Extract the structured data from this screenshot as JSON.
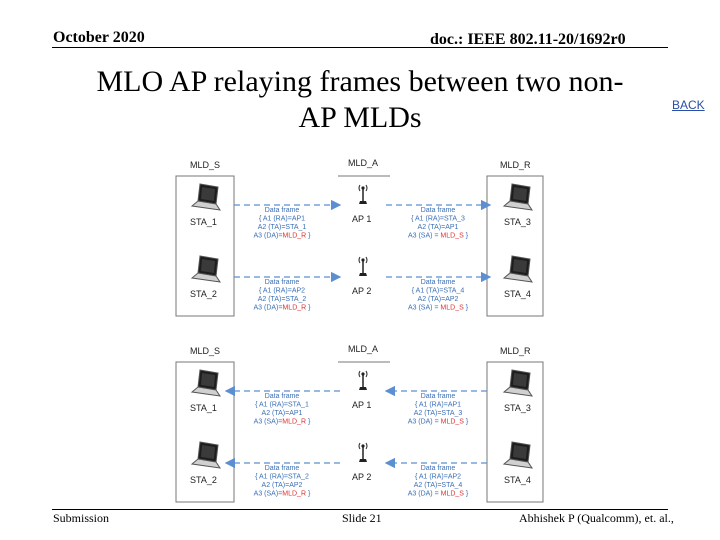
{
  "header": {
    "date": "October 2020",
    "doc": "doc.: IEEE 802.11-20/1692r0"
  },
  "slide": {
    "title_line1": "MLO AP relaying frames between two non-",
    "title_line2": "AP MLDs",
    "back_link": "BACK"
  },
  "footer": {
    "left": "Submission",
    "middle": "Slide 21",
    "right": "Abhishek P (Qualcomm), et. al.,"
  },
  "diagram_top": {
    "mld_s": "MLD_S",
    "mld_a": "MLD_A",
    "mld_r": "MLD_R",
    "sta1": "STA_1",
    "sta2": "STA_2",
    "sta3": "STA_3",
    "sta4": "STA_4",
    "ap1": "AP 1",
    "ap2": "AP 2",
    "f_left_top": [
      "Data frame",
      "{ A1 (RA)=AP1",
      "A2 (TA)=STA_1",
      "A3 (DA)=MLD_R }"
    ],
    "f_right_top": [
      "Data frame",
      "{ A1 (RA)=STA_3",
      "A2 (TA)=AP1",
      "A3 (SA) = MLD_S }"
    ],
    "f_left_bot": [
      "Data frame",
      "{ A1 (RA)=AP2",
      "A2 (TA)=STA_2",
      "A3 (DA)=MLD_R }"
    ],
    "f_right_bot": [
      "Data frame",
      "{ A1 (TA)=STA_4",
      "A2 (TA)=AP2",
      "A3 (SA) = MLD_S }"
    ]
  },
  "diagram_bottom": {
    "mld_s": "MLD_S",
    "mld_a": "MLD_A",
    "mld_r": "MLD_R",
    "sta1": "STA_1",
    "sta2": "STA_2",
    "sta3": "STA_3",
    "sta4": "STA_4",
    "ap1": "AP 1",
    "ap2": "AP 2",
    "f_left_top": [
      "Data frame",
      "{ A1 (RA)=STA_1",
      "A2 (TA)=AP1",
      "A3 (SA)=MLD_R }"
    ],
    "f_right_top": [
      "Data frame",
      "{ A1 (RA)=AP1",
      "A2 (TA)=STA_3",
      "A3 (DA) = MLD_S }"
    ],
    "f_left_bot": [
      "Data frame",
      "{ A1 (RA)=STA_2",
      "A2 (TA)=AP2",
      "A3 (SA)=MLD_R }"
    ],
    "f_right_bot": [
      "Data frame",
      "{ A1 (RA)=AP2",
      "A2 (TA)=STA_4",
      "A3 (DA) = MLD_S }"
    ]
  },
  "colors": {
    "arrow": "#5b8fd1",
    "mld_highlight": "#e03030",
    "label": "#3a6fb5"
  }
}
